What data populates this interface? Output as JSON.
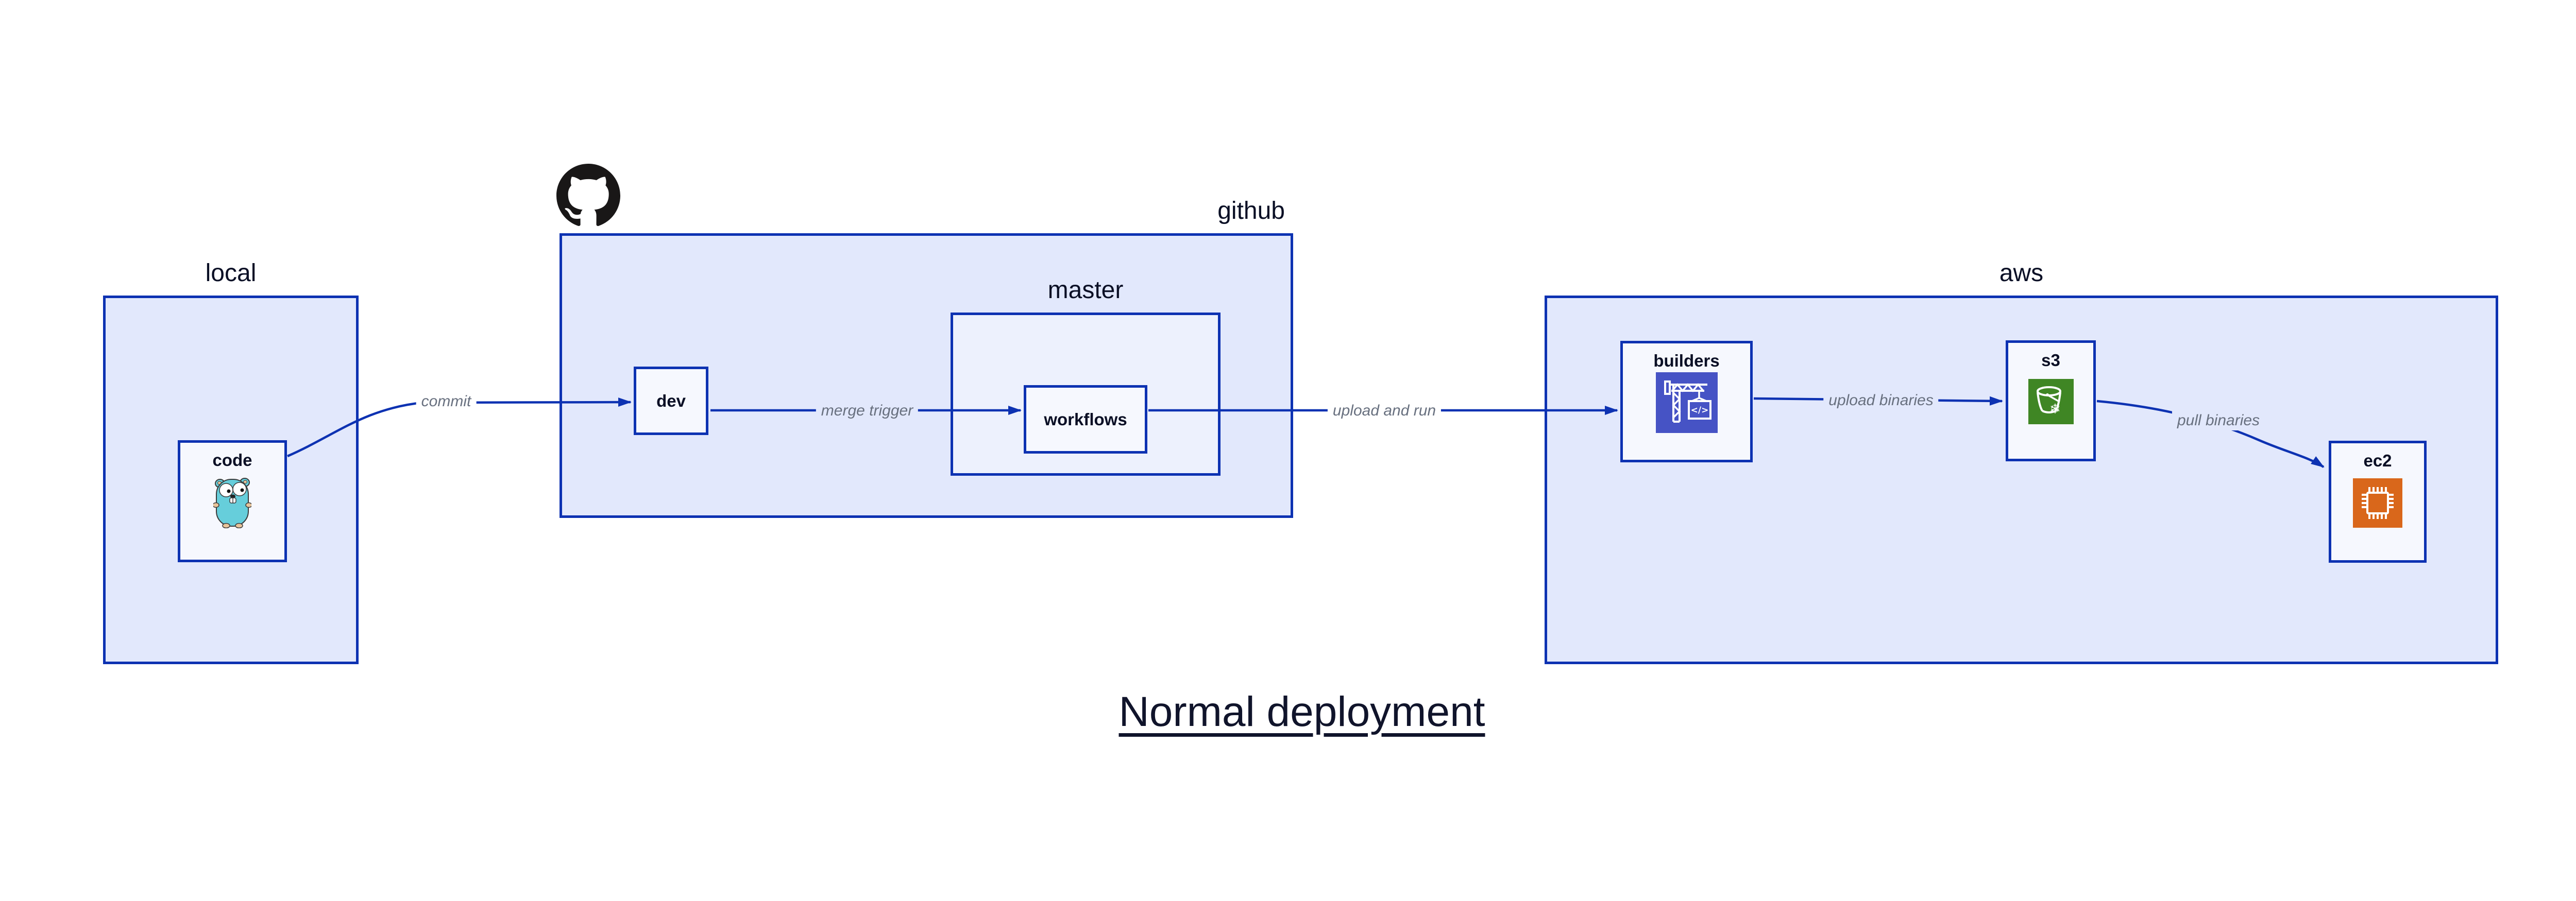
{
  "title": "Normal deployment",
  "containers": {
    "local": {
      "label": "local"
    },
    "github": {
      "label": "github",
      "logo_icon": "github-octocat-icon"
    },
    "master": {
      "label": "master",
      "parent": "github"
    },
    "aws": {
      "label": "aws"
    }
  },
  "nodes": {
    "code": {
      "label": "code",
      "container": "local",
      "icon": "go-gopher-icon"
    },
    "dev": {
      "label": "dev",
      "container": "github"
    },
    "workflows": {
      "label": "workflows",
      "container": "master"
    },
    "builders": {
      "label": "builders",
      "container": "aws",
      "icon": "codebuild-crane-icon",
      "icon_glyph": "</>"
    },
    "s3": {
      "label": "s3",
      "container": "aws",
      "icon": "s3-glacier-bucket-icon",
      "icon_glyph": "❄"
    },
    "ec2": {
      "label": "ec2",
      "container": "aws",
      "icon": "ec2-chip-icon"
    }
  },
  "edges": {
    "commit": {
      "from": "code",
      "to": "dev",
      "label": "commit"
    },
    "merge_trigger": {
      "from": "dev",
      "to": "workflows",
      "label": "merge trigger"
    },
    "upload_and_run": {
      "from": "workflows",
      "to": "builders",
      "label": "upload and run"
    },
    "upload_binaries": {
      "from": "builders",
      "to": "s3",
      "label": "upload binaries"
    },
    "pull_binaries": {
      "from": "s3",
      "to": "ec2",
      "label": "pull binaries"
    }
  },
  "colors": {
    "container_fill": "#E2E8FC",
    "inner_container_fill": "#EDF1FD",
    "node_fill": "#F6F8FE",
    "border_blue": "#0D32B2",
    "edge_blue": "#0D32B2",
    "edge_label_gray": "#68707F",
    "label_navy": "#0A0F25",
    "title_navy": "#10142B",
    "codebuild_indigo": "#4653C5",
    "s3_green": "#3F8624",
    "ec2_orange": "#D9671B",
    "gopher_teal": "#66CEDB",
    "octocat_black": "#191717"
  }
}
